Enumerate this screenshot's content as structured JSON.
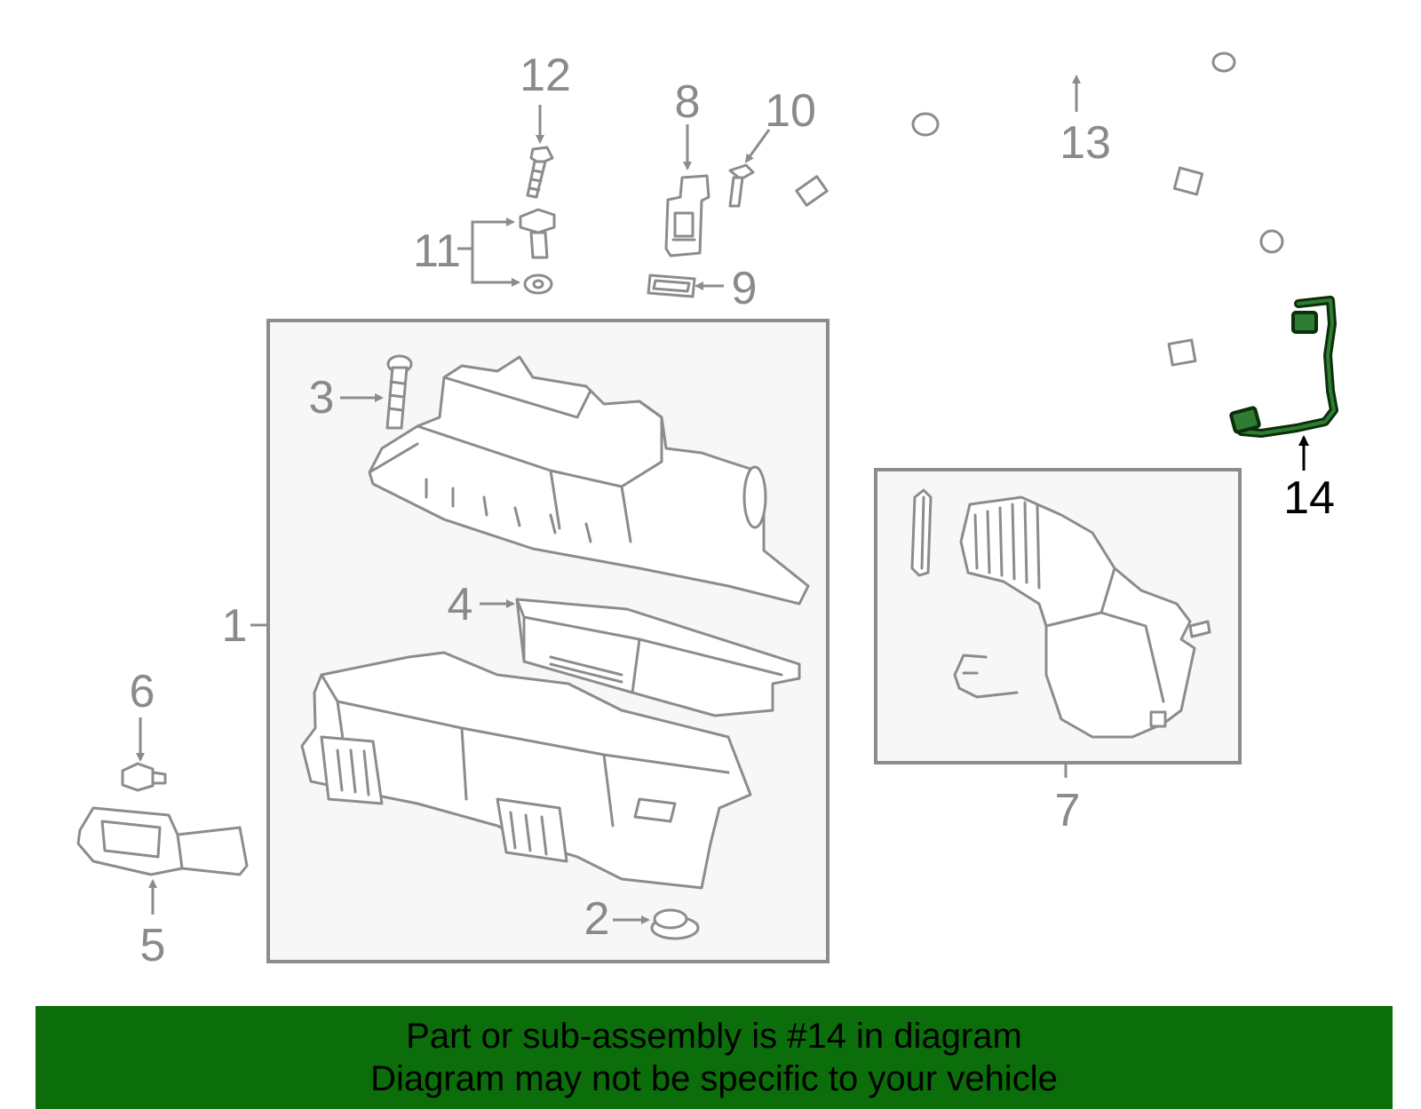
{
  "colors": {
    "part_gray": "#8c8c8c",
    "box_fill": "#f7f7f7",
    "highlight_dark": "#0b2e0b",
    "highlight_green": "#2e7d32",
    "banner_green": "#0b6e0b"
  },
  "callouts": {
    "c1": "1",
    "c2": "2",
    "c3": "3",
    "c4": "4",
    "c5": "5",
    "c6": "6",
    "c7": "7",
    "c8": "8",
    "c9": "9",
    "c10": "10",
    "c11": "11",
    "c12": "12",
    "c13": "13",
    "c14": "14"
  },
  "banner": {
    "line1": "Part or sub-assembly is #14 in diagram",
    "line2": "Diagram may not be specific to your vehicle"
  }
}
